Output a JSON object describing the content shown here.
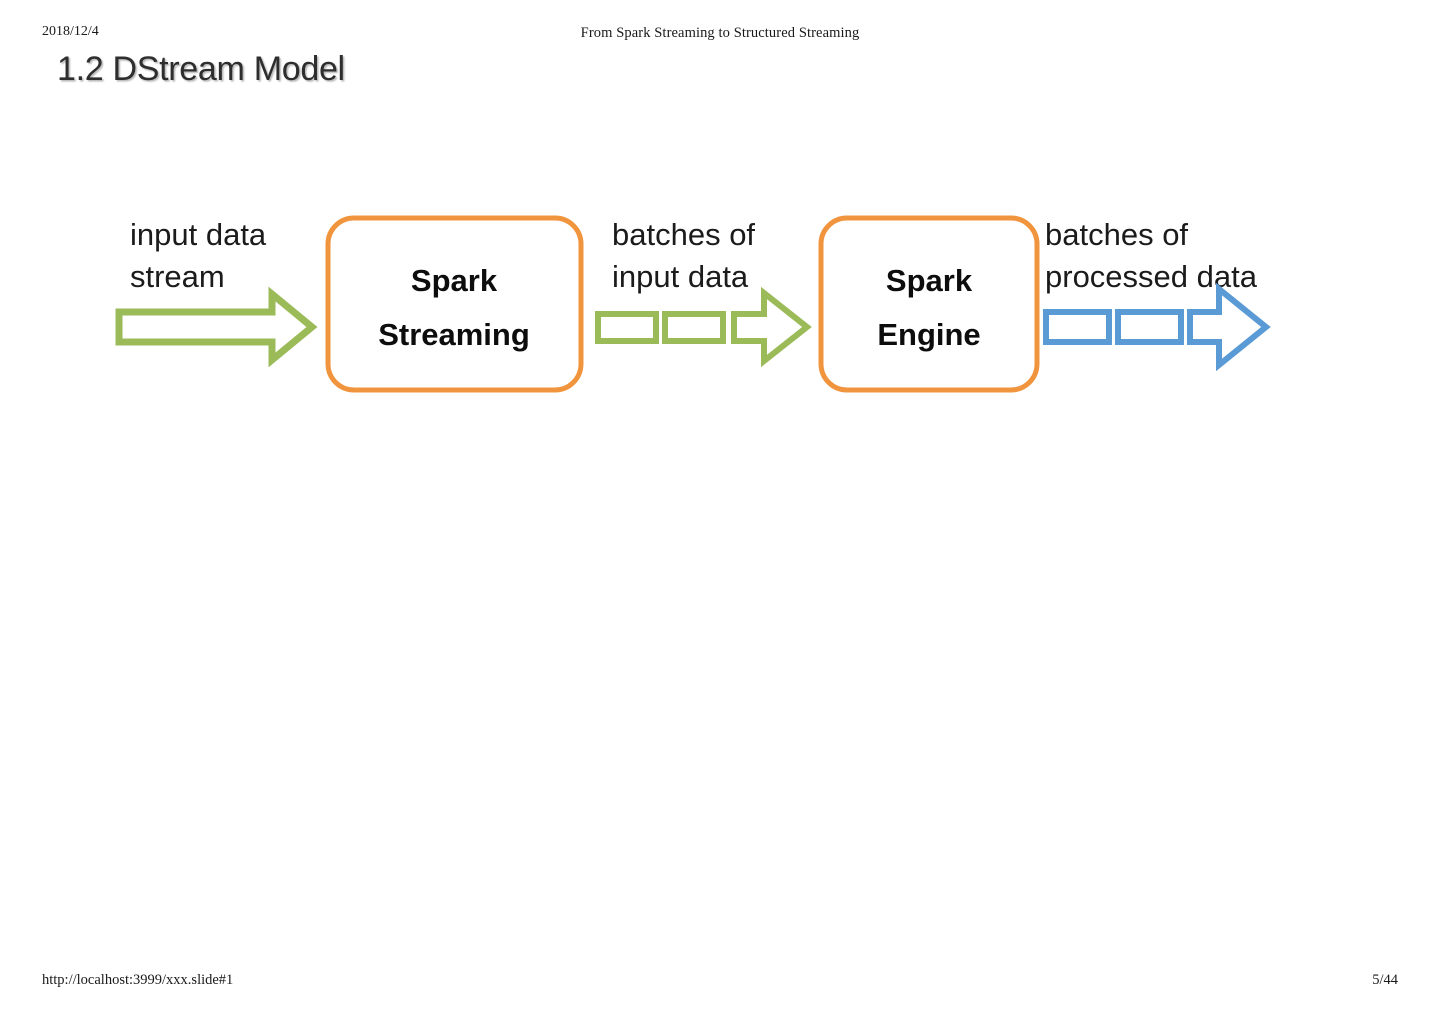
{
  "header": {
    "date": "2018/12/4",
    "document_title": "From Spark Streaming to Structured Streaming"
  },
  "slide": {
    "title": "1.2 DStream Model"
  },
  "diagram": {
    "type": "flow-diagram",
    "labels": {
      "input_line1": "input data",
      "input_line2": "stream",
      "batches_input_line1": "batches of",
      "batches_input_line2": "input data",
      "batches_processed_line1": "batches of",
      "batches_processed_line2": "processed data"
    },
    "nodes": {
      "spark_streaming_line1": "Spark",
      "spark_streaming_line2": "Streaming",
      "spark_engine_line1": "Spark",
      "spark_engine_line2": "Engine"
    },
    "colors": {
      "green": "#9BBB59",
      "orange": "#F0943E",
      "blue": "#5B9BD5",
      "text": "#1B1B1B",
      "canvas": "#FFFFFF"
    }
  },
  "footer": {
    "url": "http://localhost:3999/xxx.slide#1",
    "page": "5/44"
  }
}
